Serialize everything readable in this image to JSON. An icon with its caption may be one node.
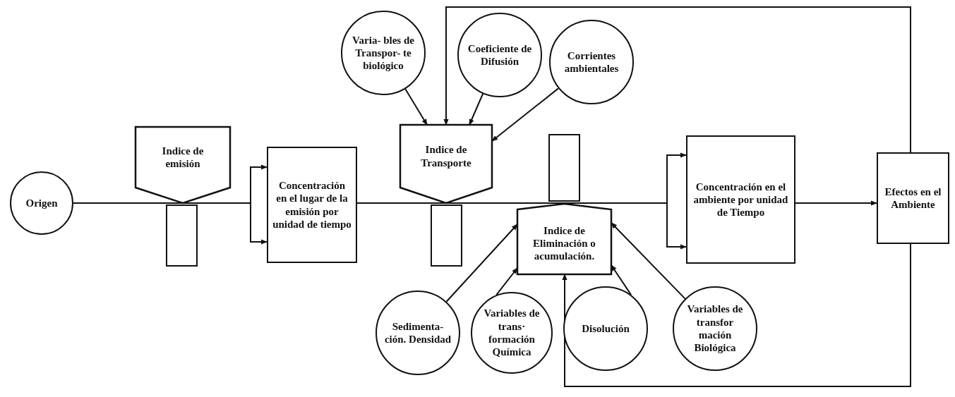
{
  "diagram": {
    "nodes": [
      {
        "text": [
          "Origen"
        ]
      },
      {
        "text": [
          "Indice de emisión"
        ]
      },
      {
        "text": [],
        "shape": "box"
      },
      {
        "text": [
          "Concentración en el lugar de la emisión por unidad de tiempo"
        ]
      },
      {
        "text": [
          "Varia- bles de Transpor- te biológico"
        ]
      },
      {
        "text": [
          "Coeficiente de Difusión"
        ]
      },
      {
        "text": [
          "Corrientes ambientales"
        ]
      },
      {
        "text": [
          "Indice de Transporte"
        ]
      },
      {
        "text": [],
        "shape": "box"
      },
      {
        "text": [],
        "shape": "box"
      },
      {
        "text": [
          "Indice de Eliminación o acumulación."
        ]
      },
      {
        "text": [
          "Concentración en el ambiente por unidad de Tiempo"
        ]
      },
      {
        "text": [
          "Efectos en el Ambiente"
        ]
      },
      {
        "text": [
          "Sedimenta- ción. Densidad"
        ]
      },
      {
        "text": [
          "Variables de trans· formación Química"
        ]
      },
      {
        "text": [
          "Disolución"
        ]
      },
      {
        "text": [
          "Variables de transfor mación Biológica"
        ]
      }
    ],
    "edges": [
      {
        "from": 0,
        "to": 3,
        "arrow": "to"
      },
      {
        "from": 3,
        "to": 11,
        "arrow": "to"
      },
      {
        "from": 4,
        "to": 7,
        "arrow": "to"
      },
      {
        "from": 5,
        "to": 7,
        "arrow": "to"
      },
      {
        "from": 6,
        "to": 7,
        "arrow": "to"
      },
      {
        "from": 12,
        "to": 7,
        "arrow": "to"
      },
      {
        "from": 12,
        "to": 10,
        "arrow": "to"
      },
      {
        "from": 11,
        "to": 12,
        "arrow": "to"
      },
      {
        "from": 13,
        "to": 10,
        "arrow": "to"
      },
      {
        "from": 14,
        "to": 10,
        "arrow": "to"
      },
      {
        "from": 15,
        "to": 10,
        "arrow": "to"
      },
      {
        "from": 16,
        "to": 10,
        "arrow": "to"
      }
    ]
  }
}
